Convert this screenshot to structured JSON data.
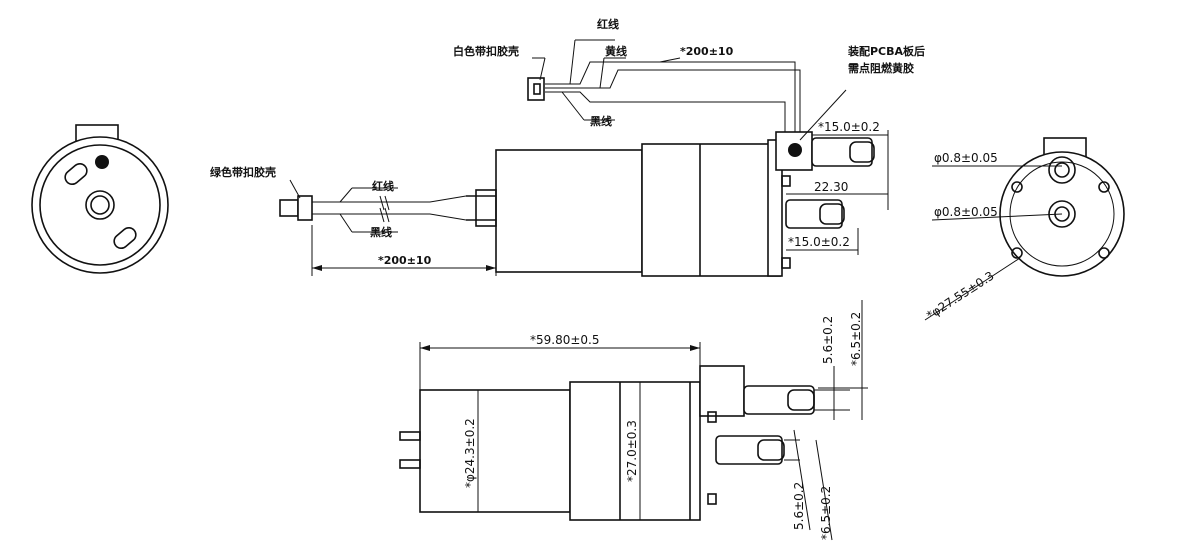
{
  "labels": {
    "red_wire_top": "红线",
    "yellow_wire": "黄线",
    "white_housing": "白色带扣胶壳",
    "length_top": "*200±10",
    "pcba_note_1": "装配PCBA板后",
    "pcba_note_2": "需点阻燃黄胶",
    "black_wire_top": "黑线",
    "green_housing": "绿色带扣胶壳",
    "red_wire_left": "红线",
    "black_wire_left": "黑线",
    "length_left": "*200±10"
  },
  "dimensions": {
    "nozzle_top": "*15.0±0.2",
    "nozzle_gap": "22.30",
    "nozzle_bottom": "*15.0±0.2",
    "pin_dia_1": "φ0.8±0.05",
    "pin_dia_2": "φ0.8±0.05",
    "pump_dia": "*φ27.55±0.3",
    "overall_length": "*59.80±0.5",
    "motor_dia": "*φ24.3±0.2",
    "pump_head_dia": "*27.0±0.3",
    "nozzle_inner_top": "5.6±0.2",
    "nozzle_outer_top": "*6.5±0.2",
    "nozzle_inner_bottom": "5.6±0.2",
    "nozzle_outer_bottom": "*6.5±0.2"
  }
}
